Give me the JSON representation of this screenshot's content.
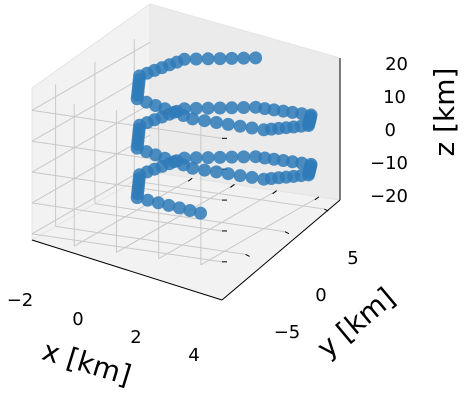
{
  "chart_data": {
    "type": "scatter3d",
    "title": "",
    "xlabel": "x [km]",
    "ylabel": "y [km]",
    "zlabel": "z [km]",
    "x_ticks": [
      "−2",
      "0",
      "2",
      "4"
    ],
    "y_ticks": [
      "5",
      "0",
      "−5"
    ],
    "z_ticks": [
      "20",
      "10",
      "0",
      "−10",
      "−20"
    ],
    "x_values": [
      -2,
      0,
      2,
      4
    ],
    "y_values": [
      5,
      0,
      -5
    ],
    "z_values": [
      20,
      10,
      0,
      -10,
      -20
    ],
    "grid": true,
    "marker_color": "#2f7bb8",
    "series": [
      {
        "points": [
          {
            "x": 1.0,
            "y": 0.0,
            "z": -20
          },
          {
            "x": -2.0,
            "y": 0.0,
            "z": -18
          },
          {
            "x": -3.0,
            "y": 3.0,
            "z": -16
          },
          {
            "x": -2.0,
            "y": 6.0,
            "z": -14
          },
          {
            "x": 1.0,
            "y": 7.0,
            "z": -12
          },
          {
            "x": 4.0,
            "y": 6.0,
            "z": -10
          },
          {
            "x": 5.0,
            "y": 3.0,
            "z": -8
          },
          {
            "x": 4.0,
            "y": 0.0,
            "z": -6
          },
          {
            "x": 1.0,
            "y": -1.0,
            "z": -4
          },
          {
            "x": -2.0,
            "y": 0.0,
            "z": -2
          },
          {
            "x": -3.0,
            "y": 3.0,
            "z": 0
          },
          {
            "x": -2.0,
            "y": 6.0,
            "z": 2
          },
          {
            "x": 1.0,
            "y": 7.0,
            "z": 4
          },
          {
            "x": 4.0,
            "y": 6.0,
            "z": 6
          },
          {
            "x": 5.0,
            "y": 3.0,
            "z": 8
          },
          {
            "x": 4.0,
            "y": 0.0,
            "z": 10
          },
          {
            "x": 1.0,
            "y": -1.0,
            "z": 12
          },
          {
            "x": -2.0,
            "y": 0.0,
            "z": 14
          },
          {
            "x": -3.0,
            "y": 3.0,
            "z": 16
          },
          {
            "x": -2.0,
            "y": 6.0,
            "z": 18
          },
          {
            "x": 1.0,
            "y": 7.0,
            "z": 20
          }
        ]
      }
    ]
  }
}
